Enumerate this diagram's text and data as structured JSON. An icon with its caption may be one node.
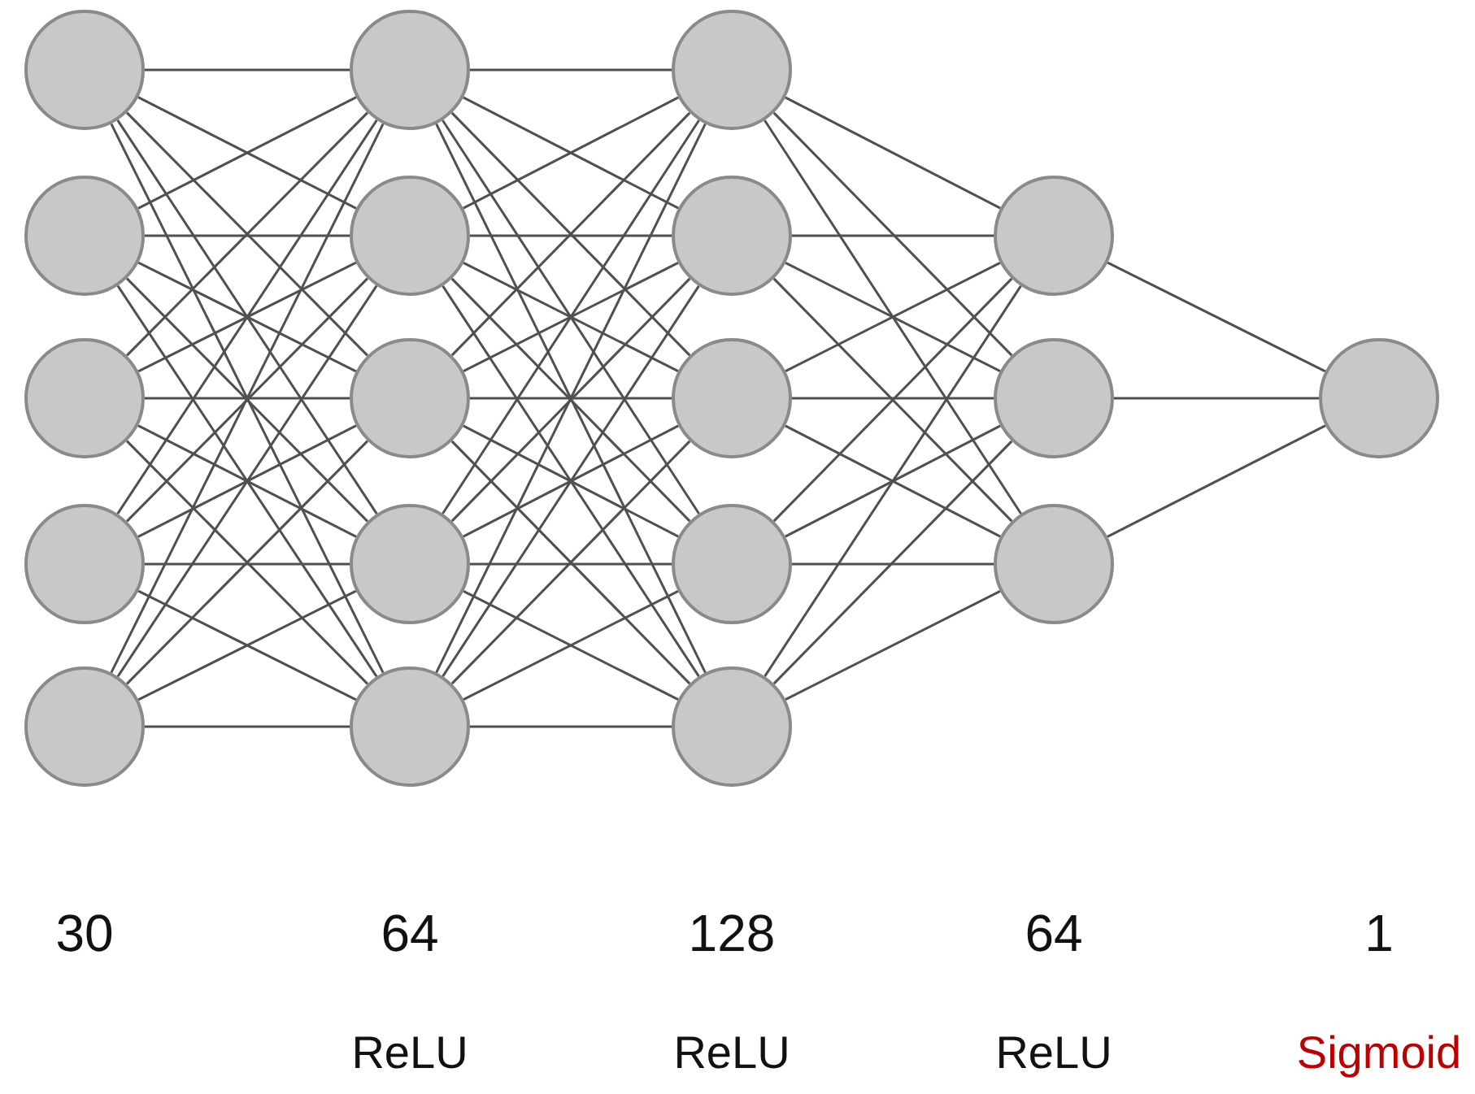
{
  "diagram": {
    "nodes": [
      {
        "text": [],
        "shape": "circle"
      },
      {
        "text": [],
        "shape": "circle"
      },
      {
        "text": [],
        "shape": "circle"
      },
      {
        "text": [],
        "shape": "circle"
      },
      {
        "text": [],
        "shape": "circle"
      },
      {
        "text": [],
        "shape": "circle"
      },
      {
        "text": [],
        "shape": "circle"
      },
      {
        "text": [],
        "shape": "circle"
      },
      {
        "text": [],
        "shape": "circle"
      },
      {
        "text": [],
        "shape": "circle"
      },
      {
        "text": [],
        "shape": "circle"
      },
      {
        "text": [],
        "shape": "circle"
      },
      {
        "text": [],
        "shape": "circle"
      },
      {
        "text": [],
        "shape": "circle"
      },
      {
        "text": [],
        "shape": "circle"
      },
      {
        "text": [],
        "shape": "circle"
      },
      {
        "text": [],
        "shape": "circle"
      },
      {
        "text": [],
        "shape": "circle"
      },
      {
        "text": [],
        "shape": "circle"
      }
    ],
    "edges": [
      {
        "from": 0,
        "to": 5,
        "arrow": "none"
      },
      {
        "from": 0,
        "to": 6,
        "arrow": "none"
      },
      {
        "from": 0,
        "to": 7,
        "arrow": "none"
      },
      {
        "from": 0,
        "to": 8,
        "arrow": "none"
      },
      {
        "from": 0,
        "to": 9,
        "arrow": "none"
      },
      {
        "from": 1,
        "to": 5,
        "arrow": "none"
      },
      {
        "from": 1,
        "to": 6,
        "arrow": "none"
      },
      {
        "from": 1,
        "to": 7,
        "arrow": "none"
      },
      {
        "from": 1,
        "to": 8,
        "arrow": "none"
      },
      {
        "from": 1,
        "to": 9,
        "arrow": "none"
      },
      {
        "from": 2,
        "to": 5,
        "arrow": "none"
      },
      {
        "from": 2,
        "to": 6,
        "arrow": "none"
      },
      {
        "from": 2,
        "to": 7,
        "arrow": "none"
      },
      {
        "from": 2,
        "to": 8,
        "arrow": "none"
      },
      {
        "from": 2,
        "to": 9,
        "arrow": "none"
      },
      {
        "from": 3,
        "to": 5,
        "arrow": "none"
      },
      {
        "from": 3,
        "to": 6,
        "arrow": "none"
      },
      {
        "from": 3,
        "to": 7,
        "arrow": "none"
      },
      {
        "from": 3,
        "to": 8,
        "arrow": "none"
      },
      {
        "from": 3,
        "to": 9,
        "arrow": "none"
      },
      {
        "from": 4,
        "to": 5,
        "arrow": "none"
      },
      {
        "from": 4,
        "to": 6,
        "arrow": "none"
      },
      {
        "from": 4,
        "to": 7,
        "arrow": "none"
      },
      {
        "from": 4,
        "to": 8,
        "arrow": "none"
      },
      {
        "from": 4,
        "to": 9,
        "arrow": "none"
      },
      {
        "from": 5,
        "to": 10,
        "arrow": "none"
      },
      {
        "from": 5,
        "to": 11,
        "arrow": "none"
      },
      {
        "from": 5,
        "to": 12,
        "arrow": "none"
      },
      {
        "from": 5,
        "to": 13,
        "arrow": "none"
      },
      {
        "from": 5,
        "to": 14,
        "arrow": "none"
      },
      {
        "from": 6,
        "to": 10,
        "arrow": "none"
      },
      {
        "from": 6,
        "to": 11,
        "arrow": "none"
      },
      {
        "from": 6,
        "to": 12,
        "arrow": "none"
      },
      {
        "from": 6,
        "to": 13,
        "arrow": "none"
      },
      {
        "from": 6,
        "to": 14,
        "arrow": "none"
      },
      {
        "from": 7,
        "to": 10,
        "arrow": "none"
      },
      {
        "from": 7,
        "to": 11,
        "arrow": "none"
      },
      {
        "from": 7,
        "to": 12,
        "arrow": "none"
      },
      {
        "from": 7,
        "to": 13,
        "arrow": "none"
      },
      {
        "from": 7,
        "to": 14,
        "arrow": "none"
      },
      {
        "from": 8,
        "to": 10,
        "arrow": "none"
      },
      {
        "from": 8,
        "to": 11,
        "arrow": "none"
      },
      {
        "from": 8,
        "to": 12,
        "arrow": "none"
      },
      {
        "from": 8,
        "to": 13,
        "arrow": "none"
      },
      {
        "from": 8,
        "to": 14,
        "arrow": "none"
      },
      {
        "from": 9,
        "to": 10,
        "arrow": "none"
      },
      {
        "from": 9,
        "to": 11,
        "arrow": "none"
      },
      {
        "from": 9,
        "to": 12,
        "arrow": "none"
      },
      {
        "from": 9,
        "to": 13,
        "arrow": "none"
      },
      {
        "from": 9,
        "to": 14,
        "arrow": "none"
      },
      {
        "from": 10,
        "to": 15,
        "arrow": "none"
      },
      {
        "from": 10,
        "to": 16,
        "arrow": "none"
      },
      {
        "from": 10,
        "to": 17,
        "arrow": "none"
      },
      {
        "from": 11,
        "to": 15,
        "arrow": "none"
      },
      {
        "from": 11,
        "to": 16,
        "arrow": "none"
      },
      {
        "from": 11,
        "to": 17,
        "arrow": "none"
      },
      {
        "from": 12,
        "to": 15,
        "arrow": "none"
      },
      {
        "from": 12,
        "to": 16,
        "arrow": "none"
      },
      {
        "from": 12,
        "to": 17,
        "arrow": "none"
      },
      {
        "from": 13,
        "to": 15,
        "arrow": "none"
      },
      {
        "from": 13,
        "to": 16,
        "arrow": "none"
      },
      {
        "from": 13,
        "to": 17,
        "arrow": "none"
      },
      {
        "from": 14,
        "to": 15,
        "arrow": "none"
      },
      {
        "from": 14,
        "to": 16,
        "arrow": "none"
      },
      {
        "from": 14,
        "to": 17,
        "arrow": "none"
      },
      {
        "from": 15,
        "to": 18,
        "arrow": "none"
      },
      {
        "from": 16,
        "to": 18,
        "arrow": "none"
      },
      {
        "from": 17,
        "to": 18,
        "arrow": "none"
      }
    ],
    "labels": [
      "30",
      "64",
      "128",
      "64",
      "1",
      "ReLU",
      "ReLU",
      "ReLU",
      "Sigmoid"
    ]
  }
}
